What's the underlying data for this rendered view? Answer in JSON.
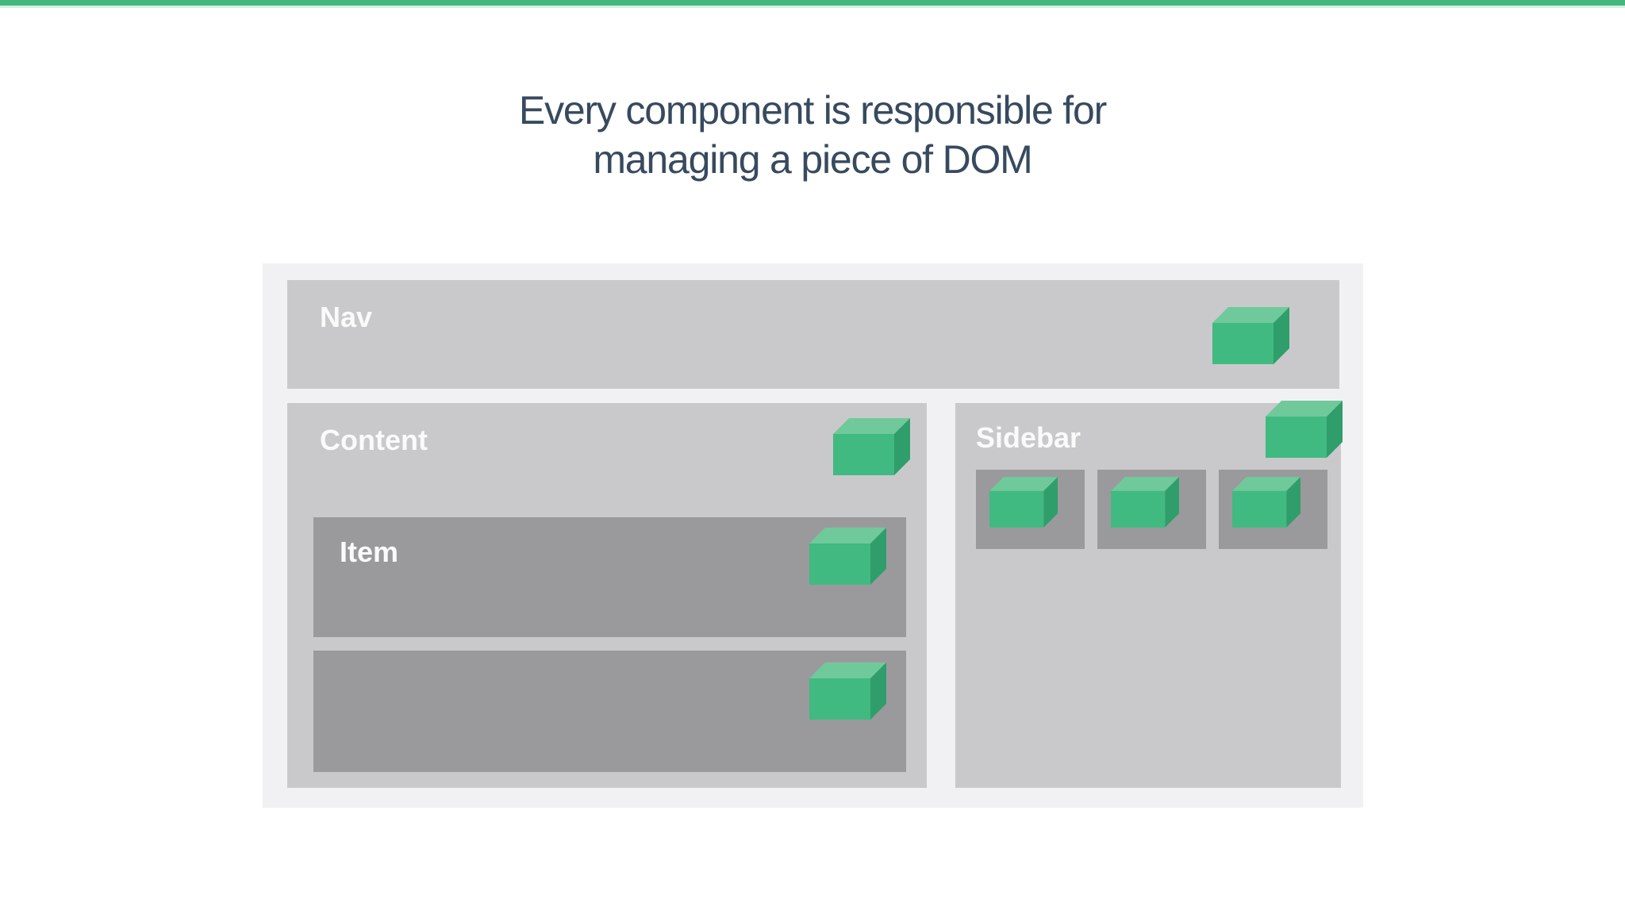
{
  "page": {
    "accent_bar_color": "#43b77c",
    "accent_bar_underline_color": "#d7efe3",
    "background_color": "#ffffff"
  },
  "title": {
    "line1": "Every component is responsible for",
    "line2": "managing a piece of DOM",
    "color": "#374a5e"
  },
  "diagram": {
    "colors": {
      "container": "#f1f1f3",
      "panel": "#c9c9cb",
      "inner_panel": "#9a9a9c",
      "label": "#fafafa",
      "cube_top": "#6fc99b",
      "cube_front": "#40ba81",
      "cube_side": "#2f9e6b"
    },
    "nav": {
      "label": "Nav",
      "cube_count": 1
    },
    "content": {
      "label": "Content",
      "cube_count": 1,
      "items": [
        {
          "label": "Item",
          "cube_count": 1
        },
        {
          "label": "",
          "cube_count": 1
        }
      ]
    },
    "sidebar": {
      "label": "Sidebar",
      "cube_count": 1,
      "slot_count": 3
    }
  }
}
